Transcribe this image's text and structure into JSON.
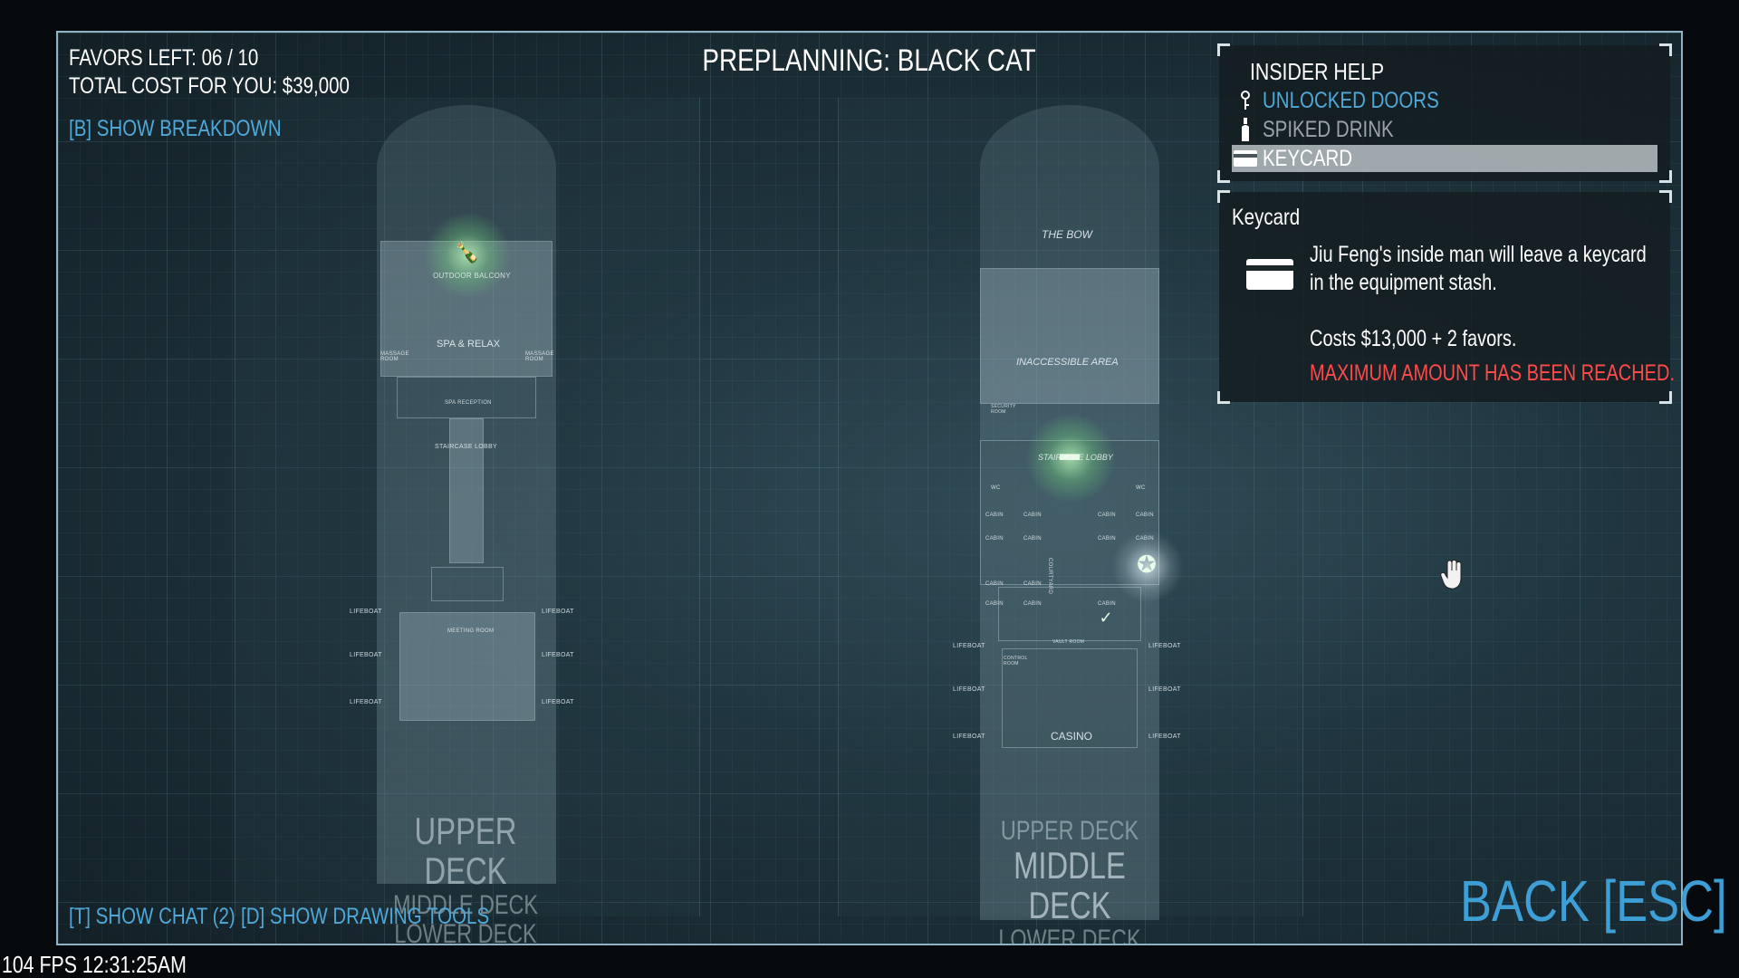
{
  "hud": {
    "favors_left": "FAVORS LEFT: 06 / 10",
    "total_cost": "TOTAL COST FOR YOU: $39,000",
    "show_breakdown": "[B] SHOW BREAKDOWN",
    "title": "PREPLANNING: BLACK CAT",
    "show_chat": "[T] SHOW CHAT (2)",
    "show_drawing_tools": "[D] SHOW DRAWING TOOLS",
    "back": "BACK [ESC]",
    "fps_clock": "104 FPS 12:31:25AM"
  },
  "insider_help": {
    "heading": "INSIDER HELP",
    "items": [
      {
        "label": "UNLOCKED DOORS",
        "icon": "key-icon",
        "state": "available"
      },
      {
        "label": "SPIKED DRINK",
        "icon": "bottle-icon",
        "state": "unavailable"
      },
      {
        "label": "KEYCARD",
        "icon": "keycard-icon",
        "state": "selected"
      }
    ]
  },
  "detail": {
    "title": "Keycard",
    "description": "Jiu Feng's inside man will leave a keycard in the equipment stash.",
    "cost": "Costs $13,000 + 2 favors.",
    "warning": "MAXIMUM AMOUNT HAS BEEN REACHED."
  },
  "left_map": {
    "labels": {
      "balcony": "OUTDOOR BALCONY",
      "spa": "SPA & RELAX",
      "massage_l": "MASSAGE ROOM",
      "massage_r": "MASSAGE ROOM",
      "spa_reception": "SPA RECEPTION",
      "staircase": "STAIRCASE LOBBY",
      "meeting": "MEETING ROOM",
      "lifeboat": "LIFEBOAT"
    },
    "decks": [
      "UPPER DECK",
      "MIDDLE DECK",
      "LOWER DECK"
    ],
    "active_deck": "UPPER DECK"
  },
  "right_map": {
    "labels": {
      "bow": "THE BOW",
      "inaccessible": "INACCESSIBLE AREA",
      "staircase": "STAIRCASE LOBBY",
      "cabin": "CABIN",
      "courtyard": "COURTYARD",
      "casino": "CASINO",
      "lifeboat": "LIFEBOAT",
      "wc": "WC",
      "security": "SECURITY ROOM",
      "vault": "VAULT ROOM",
      "control": "CONTROL ROOM"
    },
    "decks": [
      "UPPER DECK",
      "MIDDLE DECK",
      "LOWER DECK"
    ],
    "active_deck": "MIDDLE DECK"
  },
  "colors": {
    "accent_blue": "#4fa8d8",
    "warning_red": "#ff4a4a",
    "marker_green": "#9dff9d"
  }
}
